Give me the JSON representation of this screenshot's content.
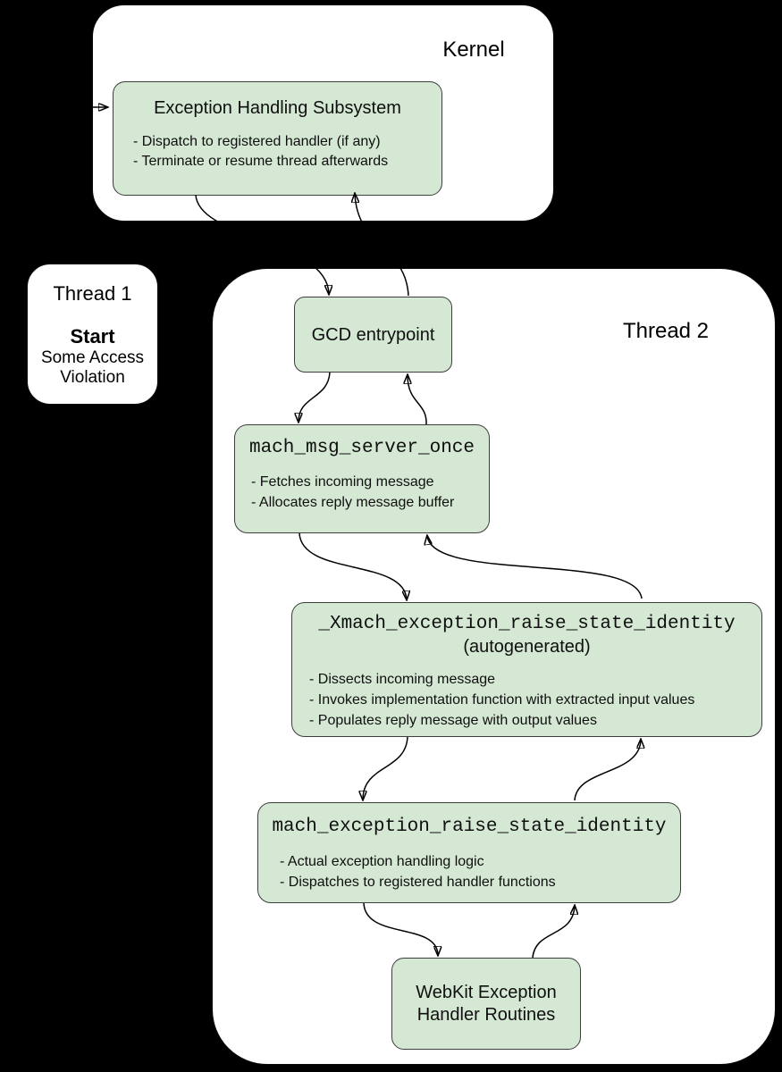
{
  "colors": {
    "background": "#000000",
    "container_fill": "#ffffff",
    "node_fill": "#d5e8d4",
    "node_border": "#3d3d3d",
    "arrow": "#000000"
  },
  "kernel": {
    "label": "Kernel",
    "box": {
      "title": "Exception Handling Subsystem",
      "bullets": [
        "- Dispatch to registered handler (if any)",
        "- Terminate or resume thread afterwards"
      ]
    }
  },
  "thread1": {
    "label": "Thread 1",
    "start_label": "Start",
    "event": "Some Access Violation"
  },
  "thread2": {
    "label": "Thread 2",
    "gcd": {
      "title": "GCD entrypoint"
    },
    "mach_msg_server_once": {
      "title": "mach_msg_server_once",
      "bullets": [
        "- Fetches incoming message",
        "- Allocates reply message buffer"
      ]
    },
    "xmach": {
      "title": "_Xmach_exception_raise_state_identity",
      "subtitle": "(autogenerated)",
      "bullets": [
        "- Dissects incoming message",
        "- Invokes implementation function with extracted input values",
        "- Populates reply message with output values"
      ]
    },
    "machexc": {
      "title": "mach_exception_raise_state_identity",
      "bullets": [
        "- Actual exception handling logic",
        "- Dispatches to registered handler functions"
      ]
    },
    "webkit": {
      "title": "WebKit Exception Handler Routines"
    }
  }
}
